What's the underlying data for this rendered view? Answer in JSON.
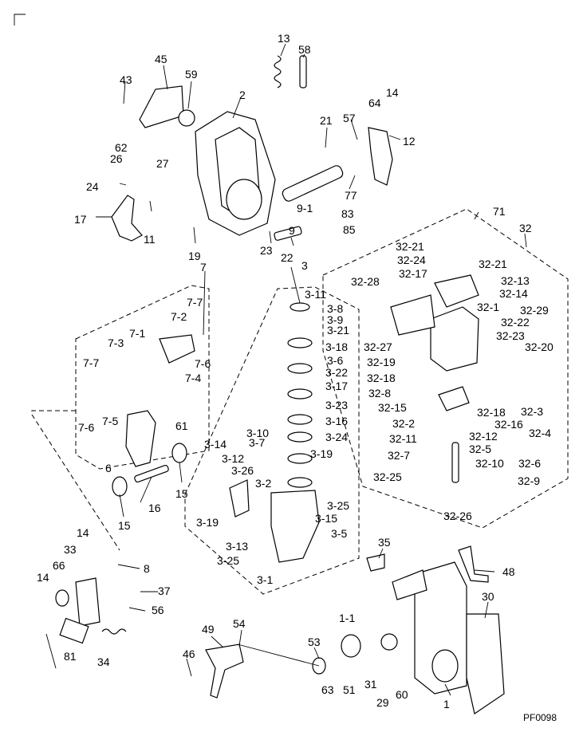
{
  "diagram": {
    "code": "PF0098",
    "labels": [
      "1",
      "1-1",
      "2",
      "3",
      "3-1",
      "3-2",
      "3-5",
      "3-6",
      "3-7",
      "3-8",
      "3-9",
      "3-10",
      "3-11",
      "3-12",
      "3-13",
      "3-14",
      "3-15",
      "3-16",
      "3-17",
      "3-18",
      "3-19",
      "3-19",
      "3-21",
      "3-22",
      "3-23",
      "3-24",
      "3-25",
      "3-25",
      "3-26",
      "6",
      "7",
      "7-1",
      "7-2",
      "7-3",
      "7-4",
      "7-5",
      "7-6",
      "7-6",
      "7-7",
      "7-7",
      "8",
      "9",
      "9-1",
      "11",
      "12",
      "13",
      "14",
      "14",
      "14",
      "15",
      "15",
      "16",
      "17",
      "19",
      "21",
      "22",
      "23",
      "24",
      "26",
      "27",
      "29",
      "30",
      "31",
      "32",
      "32-1",
      "32-2",
      "32-3",
      "32-4",
      "32-5",
      "32-6",
      "32-7",
      "32-8",
      "32-9",
      "32-10",
      "32-11",
      "32-12",
      "32-13",
      "32-14",
      "32-15",
      "32-16",
      "32-17",
      "32-18",
      "32-18",
      "32-19",
      "32-20",
      "32-21",
      "32-21",
      "32-22",
      "32-23",
      "32-24",
      "32-25",
      "32-26",
      "32-27",
      "32-28",
      "32-29",
      "33",
      "34",
      "35",
      "37",
      "43",
      "45",
      "46",
      "48",
      "49",
      "51",
      "53",
      "54",
      "56",
      "57",
      "58",
      "59",
      "60",
      "61",
      "62",
      "63",
      "64",
      "66",
      "71",
      "77",
      "81",
      "83",
      "85"
    ]
  }
}
